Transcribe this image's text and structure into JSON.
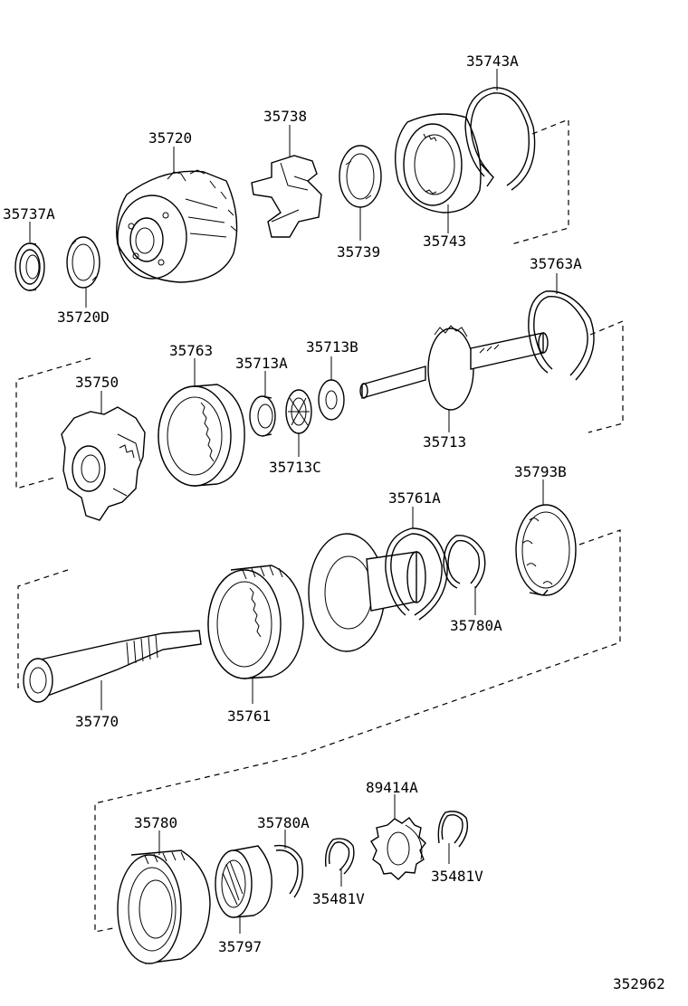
{
  "diagram": {
    "labels": {
      "p35743A": "35743A",
      "p35738": "35738",
      "p35720": "35720",
      "p35737A": "35737A",
      "p35720D": "35720D",
      "p35739": "35739",
      "p35743": "35743",
      "p35763A": "35763A",
      "p35763": "35763",
      "p35713A": "35713A",
      "p35713B": "35713B",
      "p35750": "35750",
      "p35713": "35713",
      "p35713C": "35713C",
      "p35793B": "35793B",
      "p35761A": "35761A",
      "p35780A_1": "35780A",
      "p35770": "35770",
      "p35761": "35761",
      "p89414A": "89414A",
      "p35780": "35780",
      "p35780A_2": "35780A",
      "p35481V_1": "35481V",
      "p35481V_2": "35481V",
      "p35797": "35797",
      "ref": "352962"
    }
  }
}
